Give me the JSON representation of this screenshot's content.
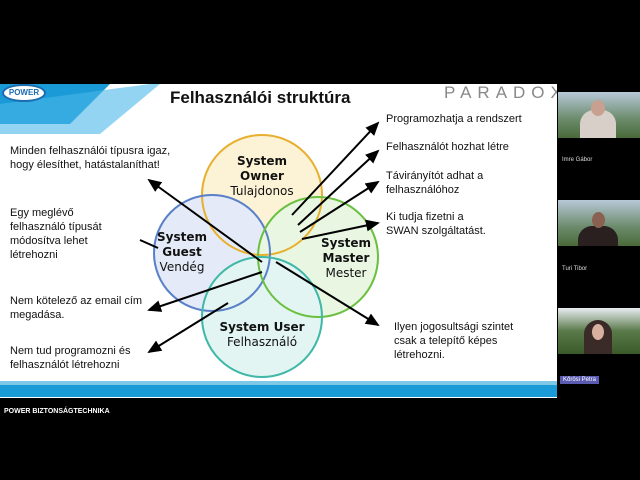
{
  "slide": {
    "title": "Felhasználói struktúra",
    "logo": "POWER",
    "brand": "PARADOX",
    "circles": [
      {
        "name_line1": "System",
        "name_line2": "Owner",
        "role": "Tulajdonos",
        "color": "#f0c040"
      },
      {
        "name_line1": "System",
        "name_line2": "Guest",
        "role": "Vendég",
        "color": "#5a80c8"
      },
      {
        "name_line1": "System",
        "name_line2": "Master",
        "role": "Mester",
        "color": "#6cc040"
      },
      {
        "name_line1": "System User",
        "name_line2": "",
        "role": "Felhasználó",
        "color": "#40b8a8"
      }
    ],
    "left_notes": [
      "Minden felhasználói típusra igaz,\nhogy élesíthet, hatástalaníthat!",
      "Egy meglévő\nfelhasználó típusát\nmódosítva lehet\nlétrehozni",
      "Nem kötelező az email cím\nmegadása.",
      "Nem tud programozni és\nfelhasználót létrehozni"
    ],
    "right_notes": [
      "Programozhatja a rendszert",
      "Felhasználót hozhat létre",
      "Távirányítót adhat a\nfelhasználóhoz",
      "Ki tudja fizetni a\nSWAN szolgáltatást.",
      "Ilyen jogosultsági szintet\ncsak a telepítő képes\nlétrehozni."
    ]
  },
  "footer": "POWER BIZTONSÁGTECHNIKA",
  "participants": [
    {
      "name": "Imre Gábor"
    },
    {
      "name": "Turi Tibor"
    },
    {
      "name": "Kőrösi Petra"
    }
  ]
}
